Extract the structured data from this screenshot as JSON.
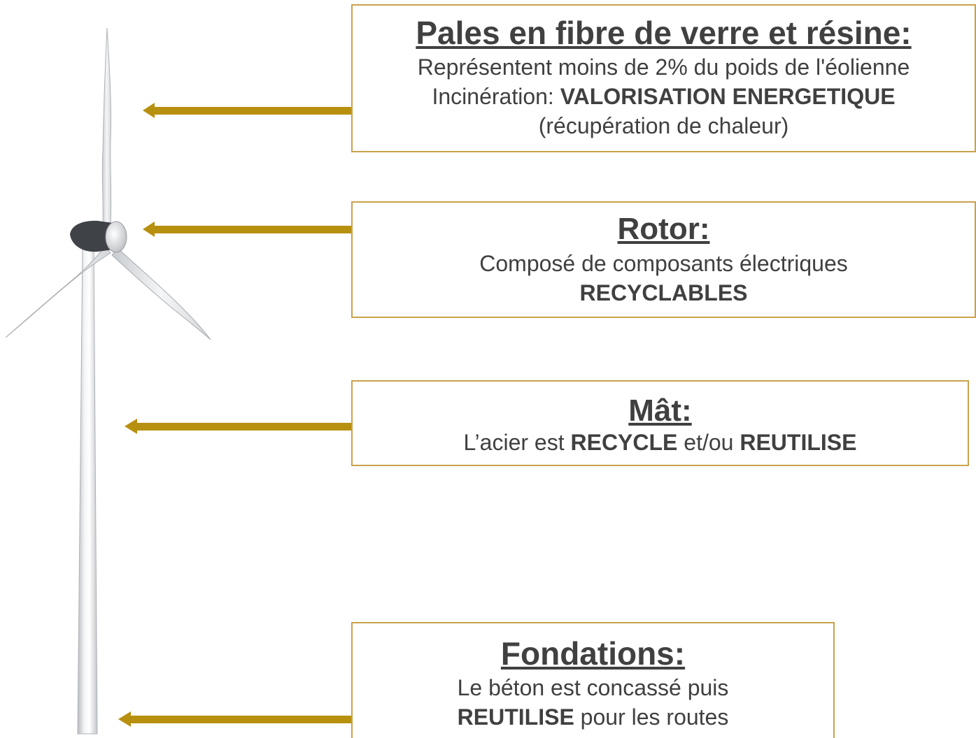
{
  "colors": {
    "arrow": "#b8900f",
    "box_border": "#c9a24a",
    "text": "#404040"
  },
  "callouts": {
    "pales": {
      "heading": "Pales en fibre de verre et résine:",
      "line1": "Représentent moins de 2% du poids de l'éolienne",
      "line2_pre": "Incinération: ",
      "line2_bold": "VALORISATION ENERGETIQUE",
      "line3": "(récupération de chaleur)"
    },
    "rotor": {
      "heading": "Rotor:",
      "line1": "Composé de composants électriques",
      "line2_bold": "RECYCLABLES"
    },
    "mat": {
      "heading": "Mât:",
      "pre": "L’acier est ",
      "bold1": "RECYCLE",
      "mid": " et/ou ",
      "bold2": "REUTILISE"
    },
    "fondations": {
      "heading": "Fondations:",
      "line1": "Le béton est concassé puis",
      "line2_bold": "REUTILISE",
      "line2_post": " pour les routes"
    }
  }
}
